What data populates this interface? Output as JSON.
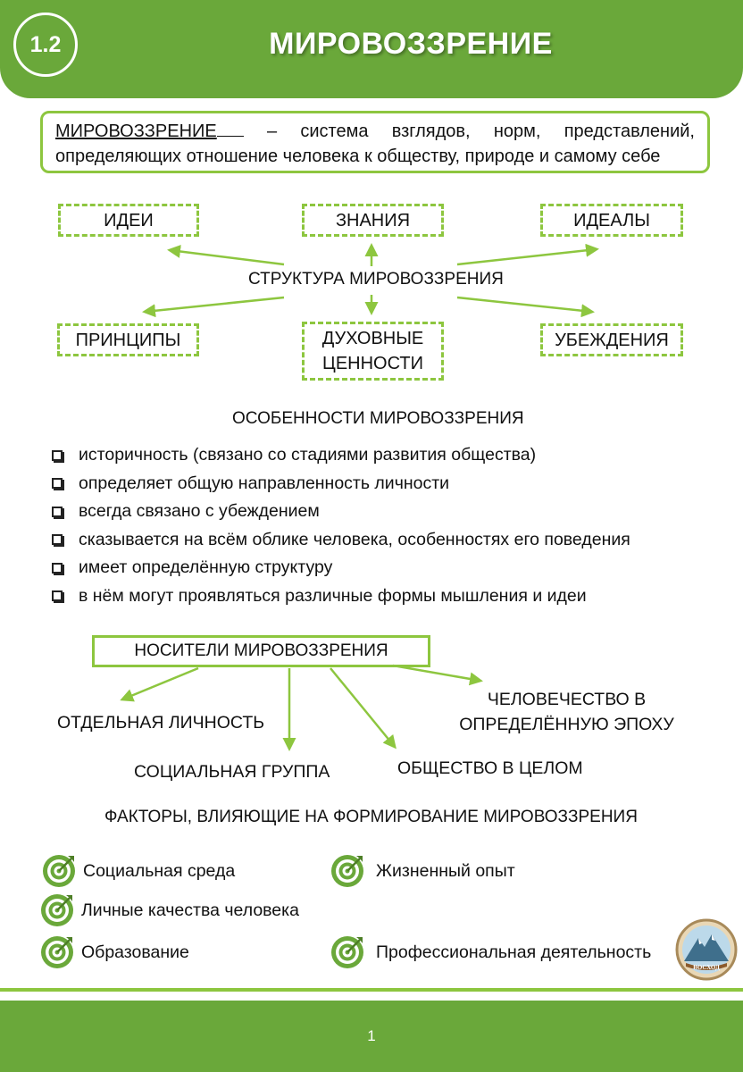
{
  "header": {
    "badge": "1.2",
    "title": "МИРОВОЗЗРЕНИЕ"
  },
  "definition": {
    "term": "МИРОВОЗЗРЕНИЕ",
    "text": "система взглядов, норм, представлений, определяющих отношение человека к обществу, природе и самому себе"
  },
  "structure": {
    "center": "СТРУКТУРА МИРОВОЗЗРЕНИЯ",
    "top": [
      "ИДЕИ",
      "ЗНАНИЯ",
      "ИДЕАЛЫ"
    ],
    "bottom": [
      "ПРИНЦИПЫ",
      "ДУХОВНЫЕ ЦЕННОСТИ",
      "УБЕЖДЕНИЯ"
    ]
  },
  "features": {
    "heading": "ОСОБЕННОСТИ МИРОВОЗЗРЕНИЯ",
    "items": [
      "историчность (связано со стадиями развития общества)",
      "определяет общую направленность личности",
      "всегда связано с убеждением",
      "сказывается на всём облике человека, особенностях его поведения",
      "имеет определённую структуру",
      "в нём могут проявляться различные формы мышления и идеи"
    ]
  },
  "carriers": {
    "heading": "НОСИТЕЛИ МИРОВОЗЗРЕНИЯ",
    "items": [
      "ОТДЕЛЬНАЯ ЛИЧНОСТЬ",
      "СОЦИАЛЬНАЯ ГРУППА",
      "ОБЩЕСТВО В ЦЕЛОМ",
      "ЧЕЛОВЕЧЕСТВО В ОПРЕДЕЛЁННУЮ ЭПОХУ"
    ]
  },
  "factors": {
    "heading": "ФАКТОРЫ, ВЛИЯЮЩИЕ НА ФОРМИРОВАНИЕ МИРОВОЗЗРЕНИЯ",
    "items": [
      "Социальная среда",
      "Жизненный опыт",
      "Личные качества человека",
      "Образование",
      "Профессиональная деятельность"
    ],
    "icon": "target-icon"
  },
  "logo": {
    "text": "ВОСХОД"
  },
  "footer": {
    "page": "1"
  },
  "colors": {
    "accent": "#6aa83a",
    "light_accent": "#8dc63f"
  }
}
